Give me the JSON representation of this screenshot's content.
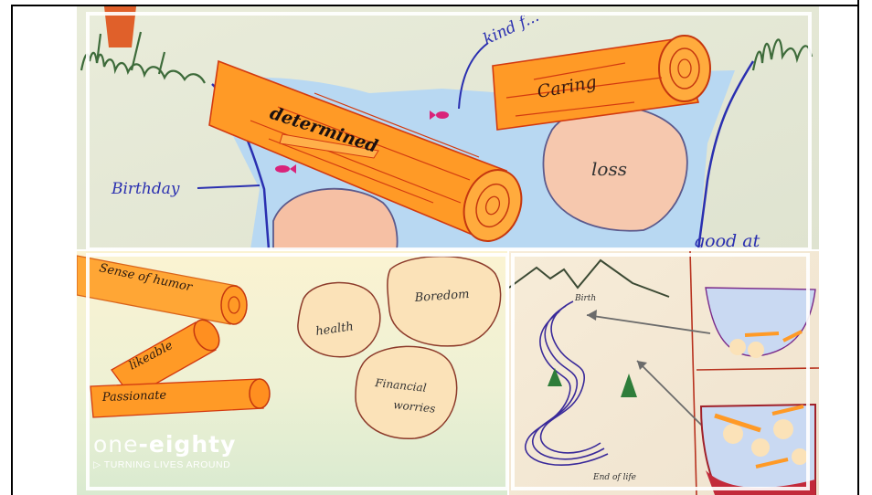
{
  "top_panel": {
    "labels": {
      "kind": "kind f...",
      "caring": "Caring",
      "determined": "determined",
      "birthday": "Birthday",
      "loss": "loss",
      "good_at": "good at"
    }
  },
  "bottom_left_panel": {
    "labels": {
      "humor": "Sense of humor",
      "likeable": "likeable",
      "passionate": "Passionate",
      "health": "health",
      "boredom": "Boredom",
      "financial_1": "Financial",
      "financial_2": "worries"
    },
    "logo": {
      "word_light": "one",
      "word_bold": "-eighty",
      "tagline": "▷ TURNING LIVES AROUND"
    }
  },
  "bottom_right_panel": {
    "labels": {
      "birth": "Birth",
      "end_of_life": "End of life"
    }
  }
}
